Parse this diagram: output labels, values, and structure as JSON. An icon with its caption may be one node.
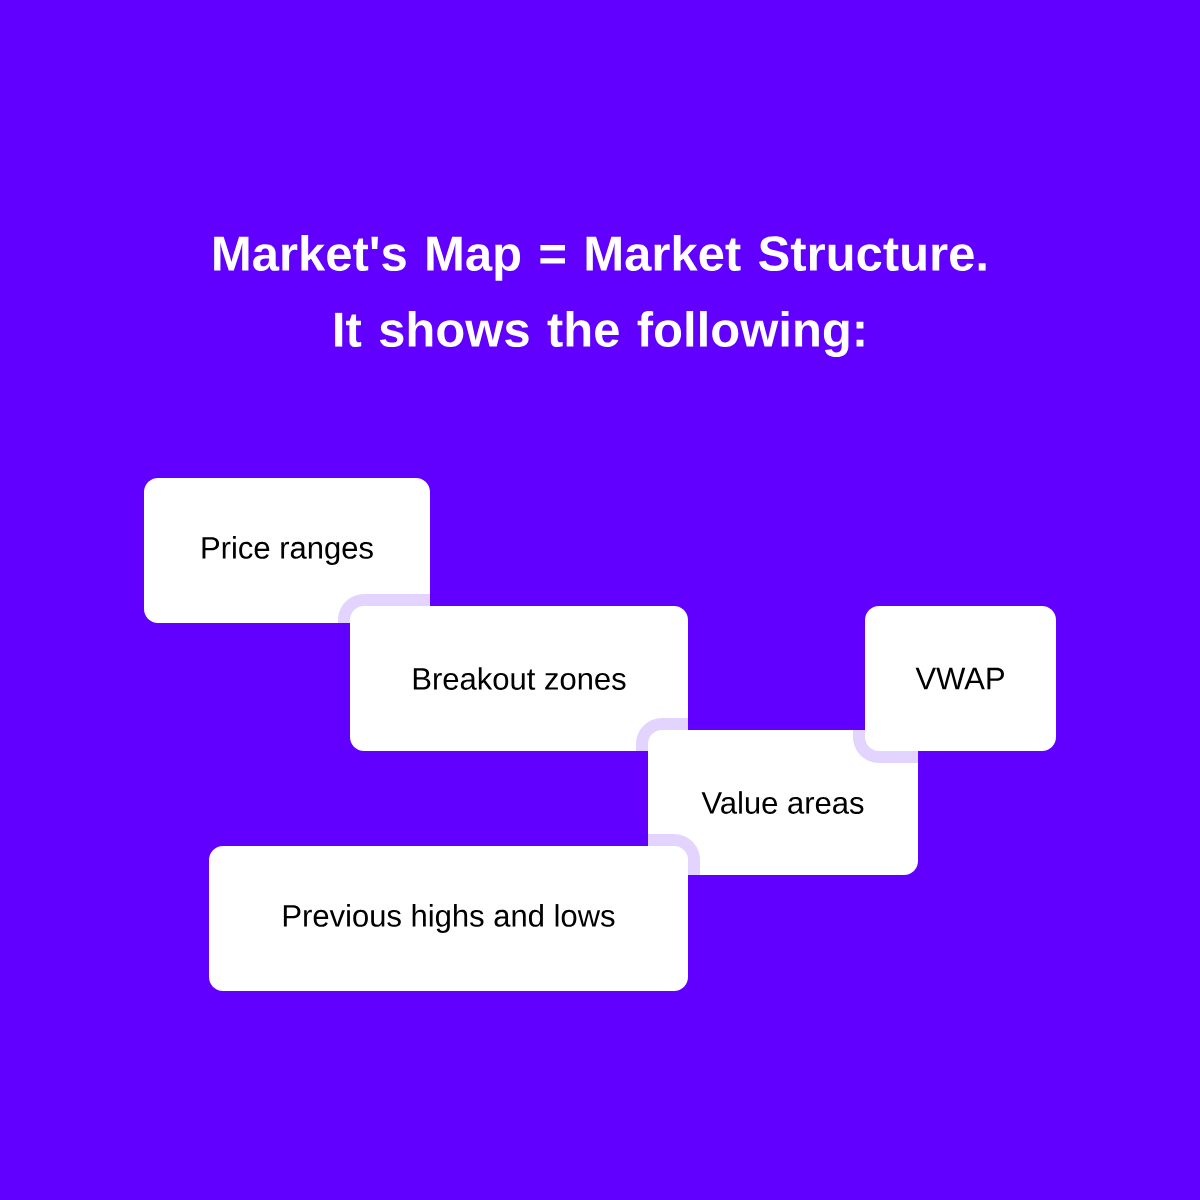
{
  "diagram": {
    "title": "Market's Map = Market Structure. It shows the following:",
    "nodes": [
      {
        "text": [
          "Price ranges"
        ]
      },
      {
        "text": [
          "Breakout zones"
        ]
      },
      {
        "text": [
          "VWAP"
        ]
      },
      {
        "text": [
          "Value areas"
        ]
      },
      {
        "text": [
          "Previous highs and lows"
        ]
      }
    ]
  }
}
